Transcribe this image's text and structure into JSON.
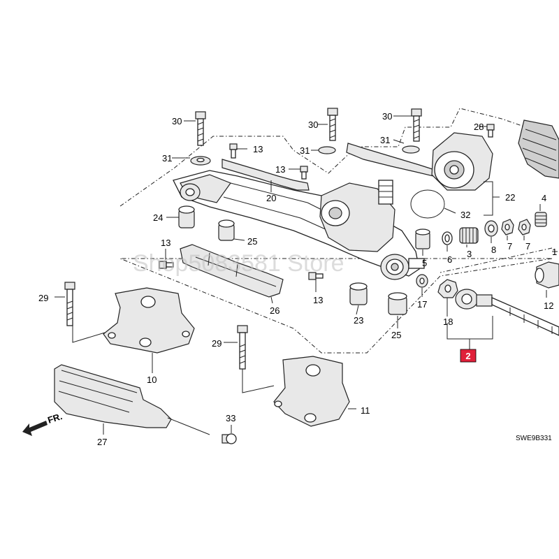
{
  "diagram": {
    "part_labels": [
      "30",
      "13",
      "30",
      "30",
      "31",
      "28",
      "31",
      "13",
      "31",
      "20",
      "22",
      "32",
      "24",
      "25",
      "4",
      "5",
      "6",
      "3",
      "8",
      "7",
      "7",
      "1",
      "13",
      "26",
      "13",
      "12",
      "29",
      "23",
      "25",
      "17",
      "18",
      "2",
      "29",
      "10",
      "11",
      "33",
      "27"
    ],
    "highlighted_part": "2",
    "front_indicator": "FR.",
    "diagram_code": "SWE9B331",
    "watermark": "Shop5083581 Store"
  }
}
